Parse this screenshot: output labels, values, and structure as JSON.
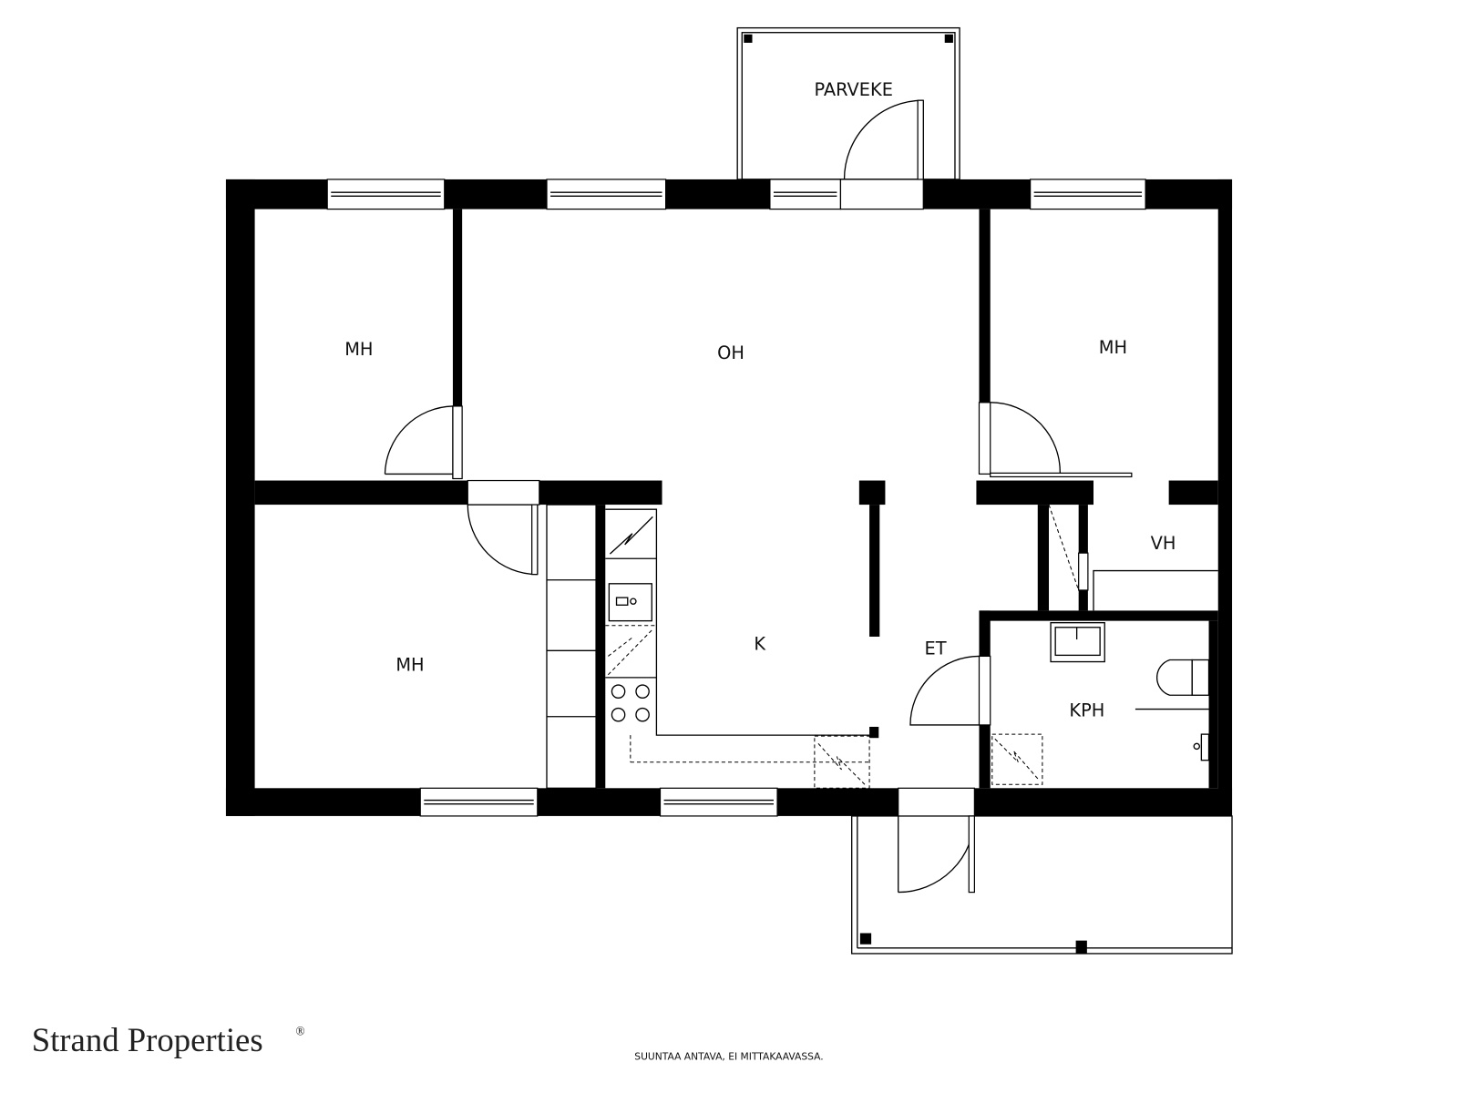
{
  "rooms": {
    "parveke": "PARVEKE",
    "mh_left_top": "MH",
    "oh": "OH",
    "mh_right": "MH",
    "mh_left_bottom": "MH",
    "k": "K",
    "et": "ET",
    "vh": "VH",
    "kph": "KPH"
  },
  "footer": {
    "brand": "Strand Properties",
    "registered": "®",
    "disclaimer": "SUUNTAA ANTAVA, EI MITTAKAAVASSA."
  }
}
